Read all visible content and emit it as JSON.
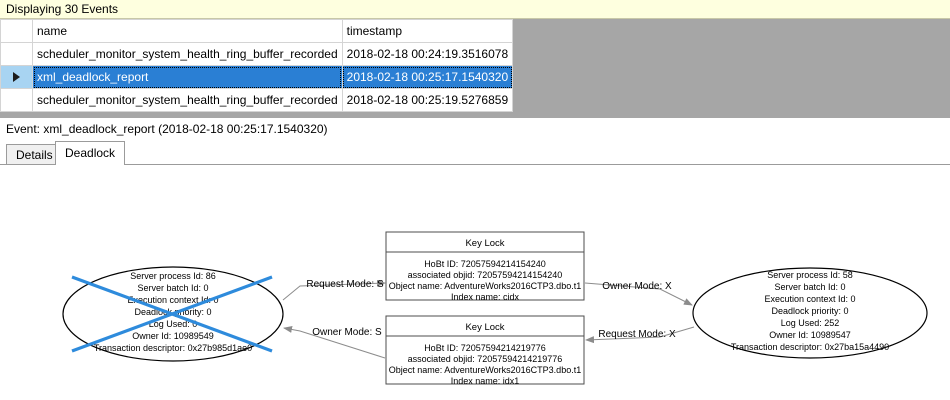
{
  "banner": {
    "text": "Displaying 30 Events"
  },
  "grid": {
    "columns": [
      "",
      "name",
      "timestamp"
    ],
    "rows": [
      {
        "selected": false,
        "marker": "",
        "name": "scheduler_monitor_system_health_ring_buffer_recorded",
        "timestamp": "2018-02-18 00:24:19.3516078"
      },
      {
        "selected": true,
        "marker": "row-selector-arrow",
        "name": "xml_deadlock_report",
        "timestamp": "2018-02-18 00:25:17.1540320"
      },
      {
        "selected": false,
        "marker": "",
        "name": "scheduler_monitor_system_health_ring_buffer_recorded",
        "timestamp": "2018-02-18 00:25:19.5276859"
      }
    ]
  },
  "event_header": {
    "text": "Event: xml_deadlock_report (2018-02-18 00:25:17.1540320)"
  },
  "tabs": [
    {
      "label": "Details",
      "active": false
    },
    {
      "label": "Deadlock",
      "active": true
    }
  ],
  "deadlock_graph": {
    "victim_cross_color": "#2e8bdc",
    "node_stroke": "#000000",
    "edge_stroke": "#8c8c8c",
    "processes": [
      {
        "id": "process-left",
        "victim": true,
        "lines": [
          "Server process Id: 86",
          "Server batch Id: 0",
          "Execution context Id: 0",
          "Deadlock priority: 0",
          "Log Used: 0",
          "Owner Id: 10989549",
          "Transaction descriptor: 0x27b985d1ae0"
        ]
      },
      {
        "id": "process-right",
        "victim": false,
        "lines": [
          "Server process Id: 58",
          "Server batch Id: 0",
          "Execution context Id: 0",
          "Deadlock priority: 0",
          "Log Used: 252",
          "Owner Id: 10989547",
          "Transaction descriptor: 0x27ba15a4490"
        ]
      }
    ],
    "resources": [
      {
        "id": "keylock-top",
        "title": "Key Lock",
        "lines": [
          "HoBt ID: 72057594214154240",
          "associated objid: 72057594214154240",
          "Object name: AdventureWorks2016CTP3.dbo.t1",
          "Index name: cidx"
        ]
      },
      {
        "id": "keylock-bottom",
        "title": "Key Lock",
        "lines": [
          "HoBt ID: 72057594214219776",
          "associated objid: 72057594214219776",
          "Object name: AdventureWorks2016CTP3.dbo.t1",
          "Index name: idx1"
        ]
      }
    ],
    "edges": [
      {
        "id": "edge-left-request",
        "label": "Request Mode: S"
      },
      {
        "id": "edge-left-owner",
        "label": "Owner Mode: S"
      },
      {
        "id": "edge-right-owner",
        "label": "Owner Mode: X"
      },
      {
        "id": "edge-right-request",
        "label": "Request Mode: X"
      }
    ]
  }
}
